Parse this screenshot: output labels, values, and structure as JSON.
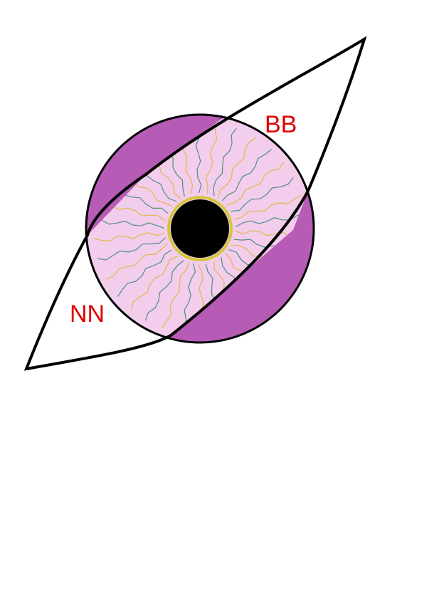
{
  "labels": {
    "top_right": "BB",
    "left": "NN"
  },
  "colors": {
    "background": "#ffffff",
    "outer_iris": "#b65bb6",
    "inner_iris": "#f2cdec",
    "pupil": "#000000",
    "pupil_ring": "#d6c73a",
    "outline": "#000000",
    "vein_gold": "#e0b84c",
    "vein_teal": "#4f8f82",
    "label": "#e00000"
  },
  "vein_count": 34
}
